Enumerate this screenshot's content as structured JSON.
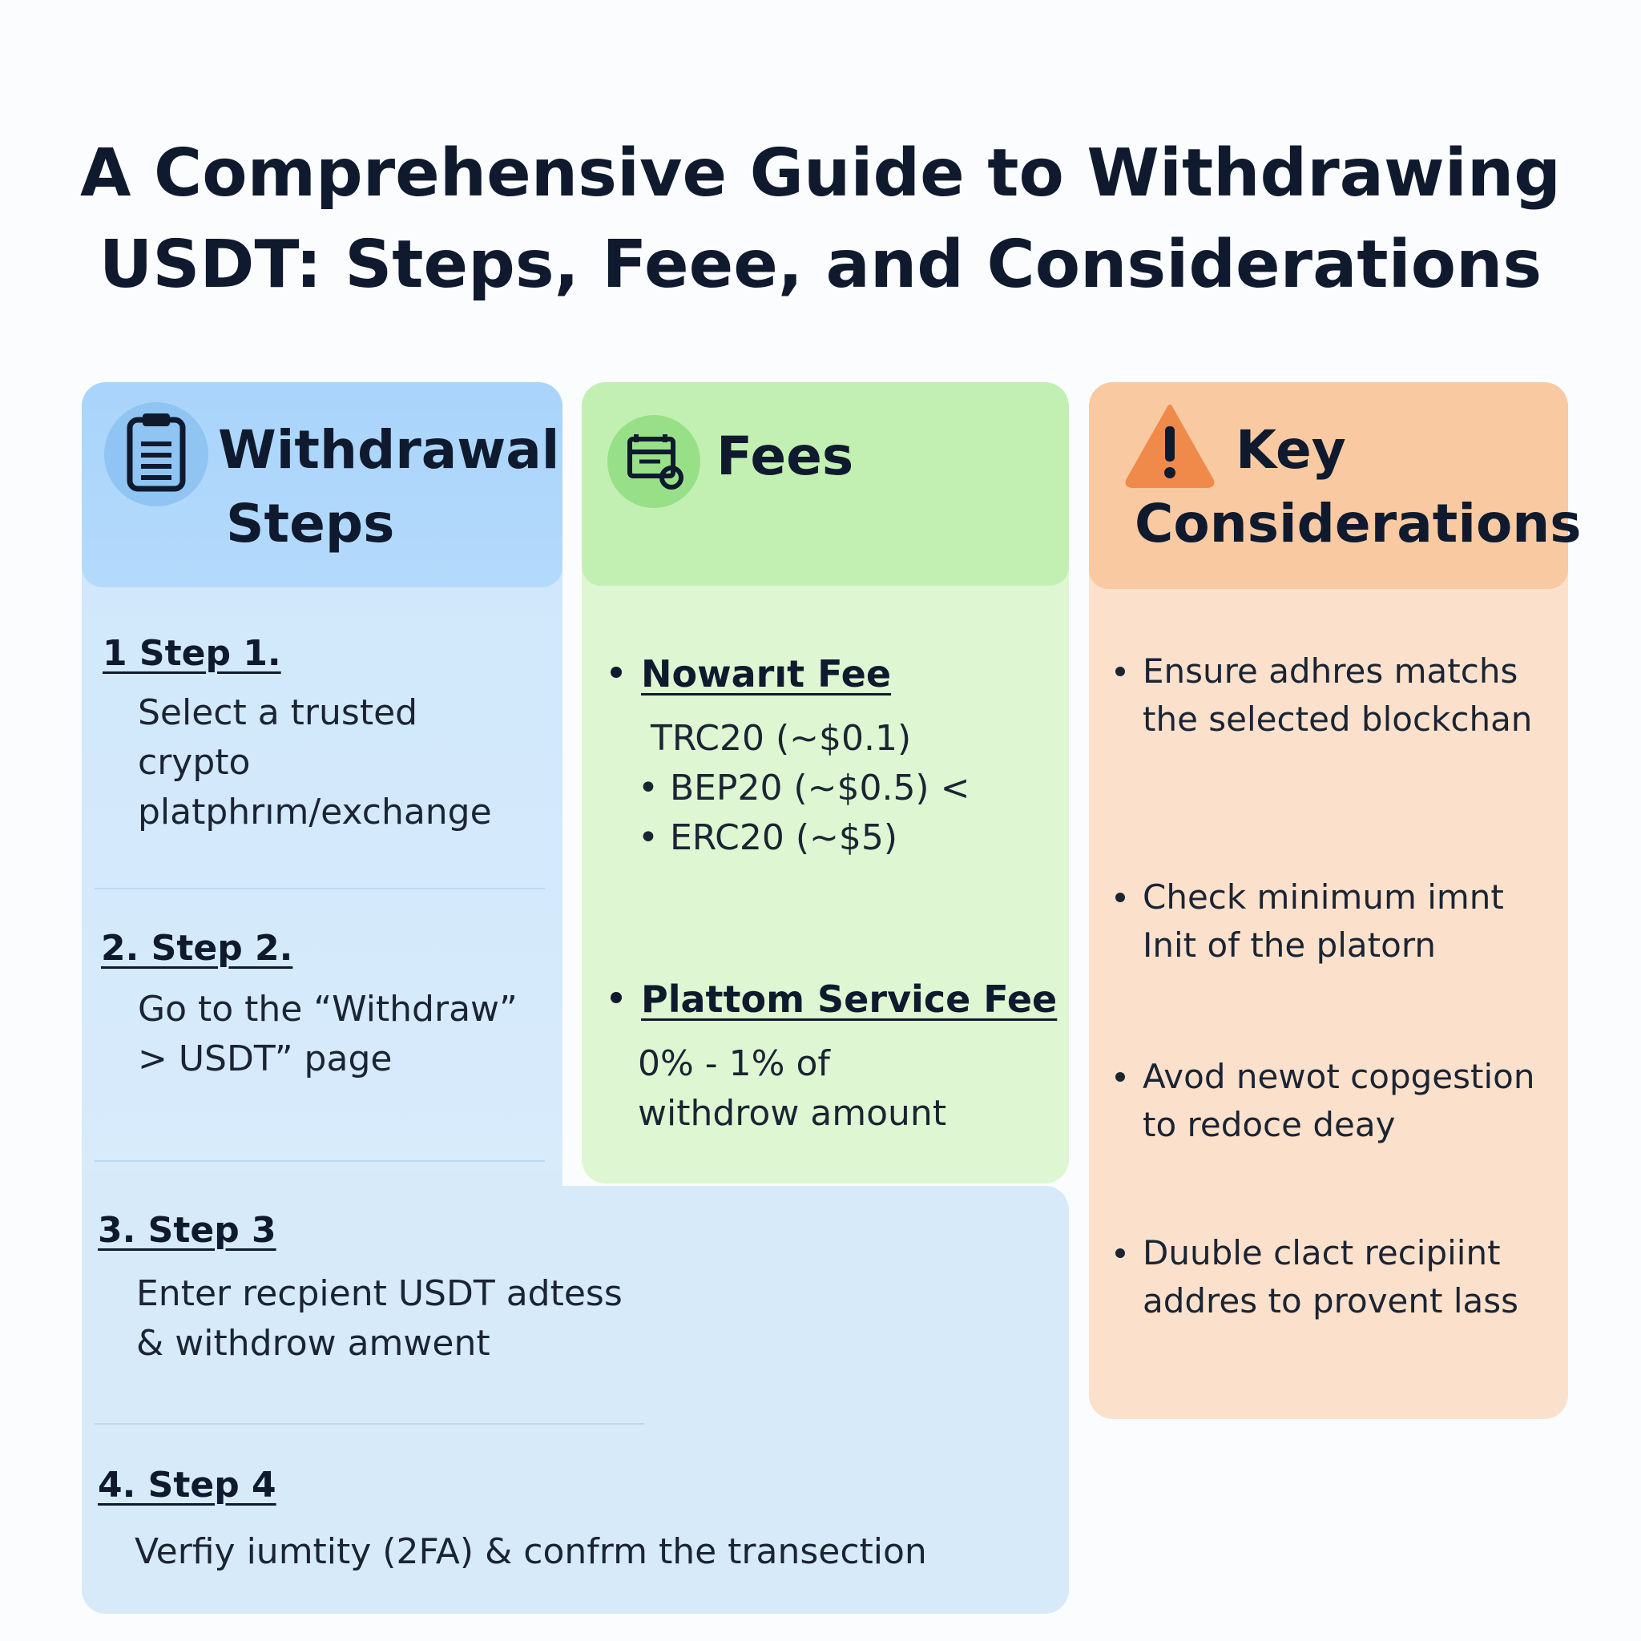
{
  "title": {
    "line1": "A Comprehensive Guide to Withdrawing",
    "line2": "USDT:  Steps, Feee, and Considerations"
  },
  "colors": {
    "blue_header": "#a9d4fb",
    "blue_body": "#d6eafa",
    "green_header": "#c2f0b2",
    "green_body": "#def7d2",
    "orange_header": "#f9c9a2",
    "orange_body": "#fbe1cc",
    "warning_orange": "#f08a4b"
  },
  "steps_section": {
    "icon": "clipboard-icon",
    "heading_line1": "Withdrawal",
    "heading_line2": "Steps",
    "steps": [
      {
        "label": "1  Step 1.",
        "lines": [
          "Select a trusted",
          "crypto",
          "platphrım/exchange"
        ]
      },
      {
        "label": "2. Step 2.",
        "lines": [
          "Go to the “Withdraw”",
          "> USDT” page"
        ]
      },
      {
        "label": "3. Step 3",
        "lines": [
          "Enter recpient USDT adtess",
          "& withdrow amwent"
        ]
      },
      {
        "label": "4. Step 4",
        "lines": [
          "Verfiy iumtity (2FA) & confrm the transection"
        ]
      }
    ]
  },
  "fees_section": {
    "icon": "fees-icon",
    "heading": "Fees",
    "network_fee": {
      "label": "Nowarıt Fee",
      "lines": [
        "TRC20 (~$0.1)",
        "• BEP20 (~$0.5) <",
        "• ERC20 (~$5)"
      ]
    },
    "platform_fee": {
      "label": "Plattom Service Fee",
      "lines": [
        "0% - 1% of",
        "withdrow amount"
      ]
    }
  },
  "considerations_section": {
    "icon": "warning-icon",
    "heading_line1": "Key",
    "heading_line2": "Considerations",
    "items": [
      "Ensure adhres matchs the selected blockchan",
      "Check minimum imnt Init of the platorn",
      "Avod newot copgestion to redoce deay",
      "Duuble clact recipiint addres to provent lass"
    ]
  }
}
